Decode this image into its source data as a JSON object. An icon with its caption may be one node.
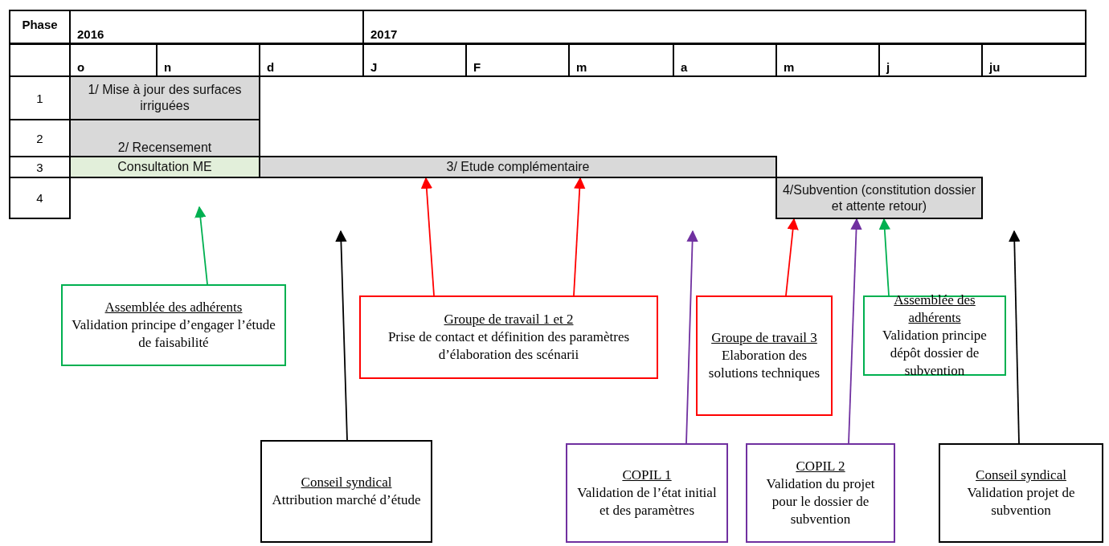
{
  "diagram": {
    "nodes": [
      {
        "text": [
          "1/ Mise à jour des surfaces irriguées"
        ]
      },
      {
        "text": [
          "2/ Recensement"
        ]
      },
      {
        "text": [
          "Consultation ME"
        ]
      },
      {
        "text": [
          "3/ Etude complémentaire"
        ]
      },
      {
        "text": [
          "4/Subvention (constitution dossier et attente retour)"
        ]
      },
      {
        "text": [
          "Assemblée des adhérents",
          "Validation principe d’engager l’étude de faisabilité"
        ]
      },
      {
        "text": [
          "Conseil syndical",
          "Attribution marché d’étude"
        ]
      },
      {
        "text": [
          "Groupe de travail 1 et 2",
          "Prise de contact et définition des paramètres d’élaboration des scénarii"
        ]
      },
      {
        "text": [
          "COPIL 1",
          "Validation de l’état initial et des paramètres"
        ]
      },
      {
        "text": [
          "Groupe de travail 3",
          "Elaboration des solutions techniques"
        ]
      },
      {
        "text": [
          "COPIL 2",
          "Validation du projet pour le dossier de subvention"
        ]
      },
      {
        "text": [
          "Assemblée des adhérents",
          "Validation principe dépôt dossier de subvention"
        ]
      },
      {
        "text": [
          "Conseil syndical",
          "Validation projet de subvention"
        ]
      }
    ],
    "edges": [
      {
        "from": 5,
        "to": null,
        "arrow": "to",
        "color": "#00b050"
      },
      {
        "from": 6,
        "to": null,
        "arrow": "to",
        "color": "#000000"
      },
      {
        "from": 7,
        "to": 3,
        "arrow": "to"
      },
      {
        "from": 7,
        "to": 3,
        "arrow": "to"
      },
      {
        "from": 8,
        "to": null,
        "arrow": "to",
        "color": "#7030a0"
      },
      {
        "from": 9,
        "to": 4,
        "arrow": "to"
      },
      {
        "from": 10,
        "to": 4,
        "arrow": "to",
        "color": "#7030a0"
      },
      {
        "from": 11,
        "to": 4,
        "arrow": "to",
        "color": "#00b050"
      },
      {
        "from": 12,
        "to": null,
        "arrow": "to",
        "color": "#000000"
      }
    ],
    "labels": [
      "Phase",
      "2016",
      "2017",
      "o",
      "n",
      "d",
      "J",
      "F",
      "m",
      "a",
      "m",
      "j",
      "ju",
      "1",
      "2",
      "3",
      "4"
    ]
  }
}
